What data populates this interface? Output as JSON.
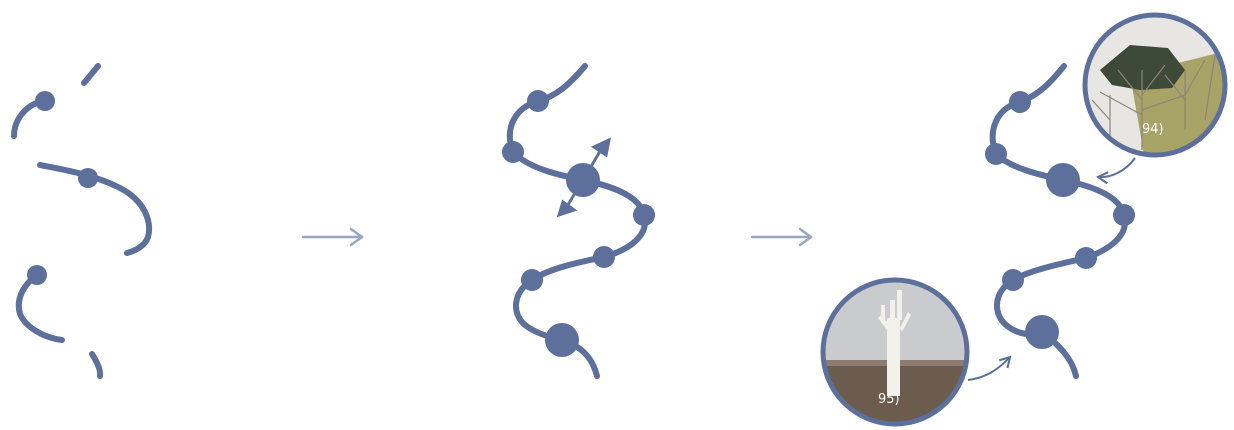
{
  "colors": {
    "path": "#5d6f9b",
    "arrow": "#9aa6bf",
    "photo_border": "#5d6f9b"
  },
  "steps": [
    {
      "name": "fragmented-paths"
    },
    {
      "name": "connected-path-with-adjustable-node"
    },
    {
      "name": "connected-path-with-photo-references"
    }
  ],
  "transition_arrows": [
    "→",
    "→"
  ],
  "photos": [
    {
      "label": "94)",
      "subject": "landscape-model-with-trees"
    },
    {
      "label": "95)",
      "subject": "white-tree-sculpture-in-field"
    }
  ]
}
